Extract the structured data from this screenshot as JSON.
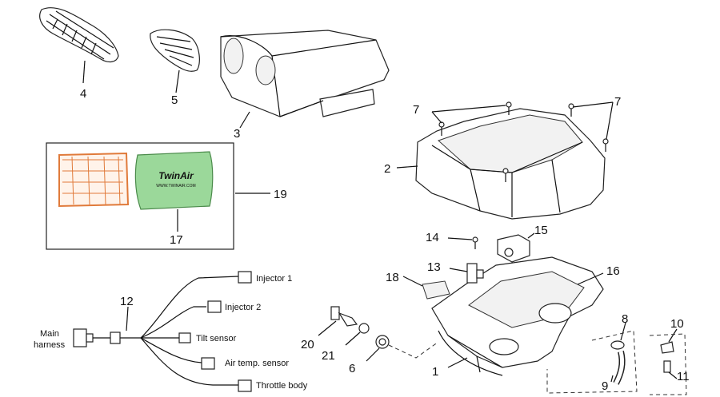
{
  "callouts": {
    "n1": "1",
    "n2": "2",
    "n3": "3",
    "n4": "4",
    "n5": "5",
    "n6": "6",
    "n7a": "7",
    "n7b": "7",
    "n8": "8",
    "n9": "9",
    "n10": "10",
    "n11": "11",
    "n12": "12",
    "n13": "13",
    "n14": "14",
    "n15": "15",
    "n16": "16",
    "n17": "17",
    "n18": "18",
    "n19": "19",
    "n20": "20",
    "n21": "21"
  },
  "harness": {
    "main": [
      "Main",
      "harness"
    ],
    "injector1": "Injector 1",
    "injector2": "Injector 2",
    "tilt": "Tilt sensor",
    "airtemp": "Air temp. sensor",
    "throttle": "Throttle body"
  },
  "filter_logo": {
    "brand": "TwinAir",
    "url": "WWW.TWINAIR.COM"
  },
  "colors": {
    "filter_green": "#9bd89a",
    "filter_orange": "#e07a3a"
  }
}
